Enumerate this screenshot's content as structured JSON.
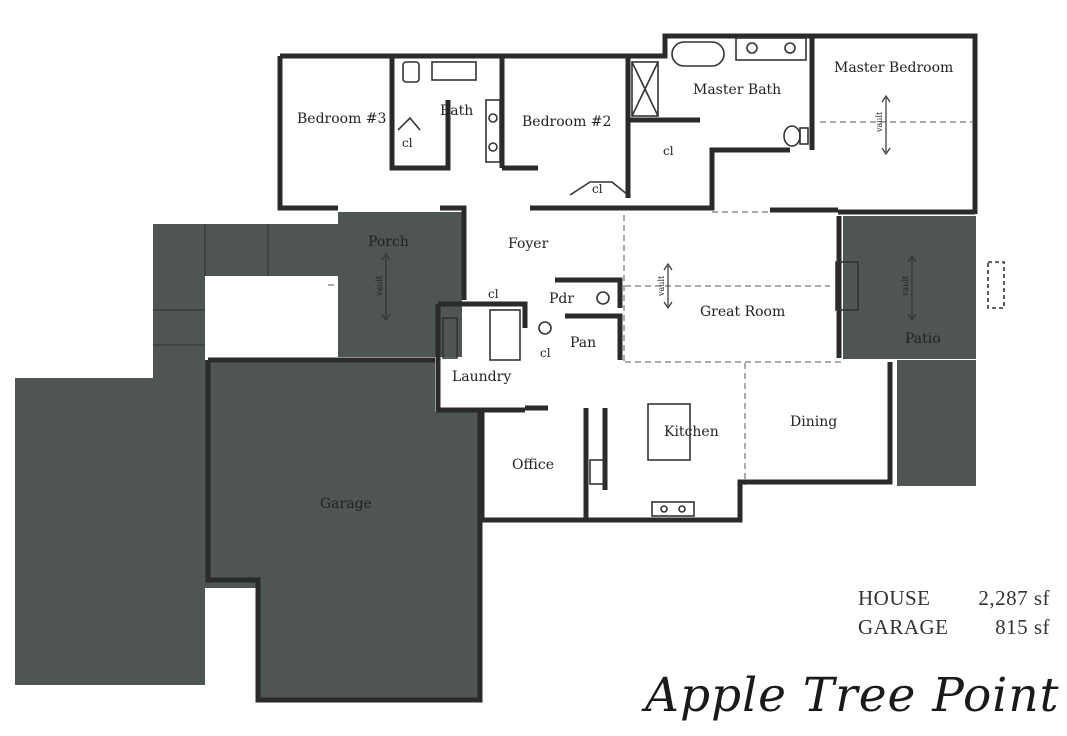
{
  "rooms": {
    "bedroom3": "Bedroom #3",
    "bath": "Bath",
    "bedroom2": "Bedroom #2",
    "master_bath": "Master Bath",
    "master_bedroom": "Master Bedroom",
    "porch": "Porch",
    "foyer": "Foyer",
    "pdr": "Pdr",
    "pan": "Pan",
    "laundry": "Laundry",
    "great_room": "Great Room",
    "patio": "Patio",
    "kitchen": "Kitchen",
    "dining": "Dining",
    "office": "Office",
    "garage": "Garage"
  },
  "closet_label": "cl",
  "vault_label": "vault",
  "area_table": [
    {
      "name": "HOUSE",
      "value": "2,287 sf"
    },
    {
      "name": "GARAGE",
      "value": "815 sf"
    }
  ],
  "plan_title": "Apple Tree Point",
  "colors": {
    "wall": "#2a2a2a",
    "shaded": "#4f5550",
    "shaded_dark": "#3f4440",
    "floor": "#ffffff"
  }
}
